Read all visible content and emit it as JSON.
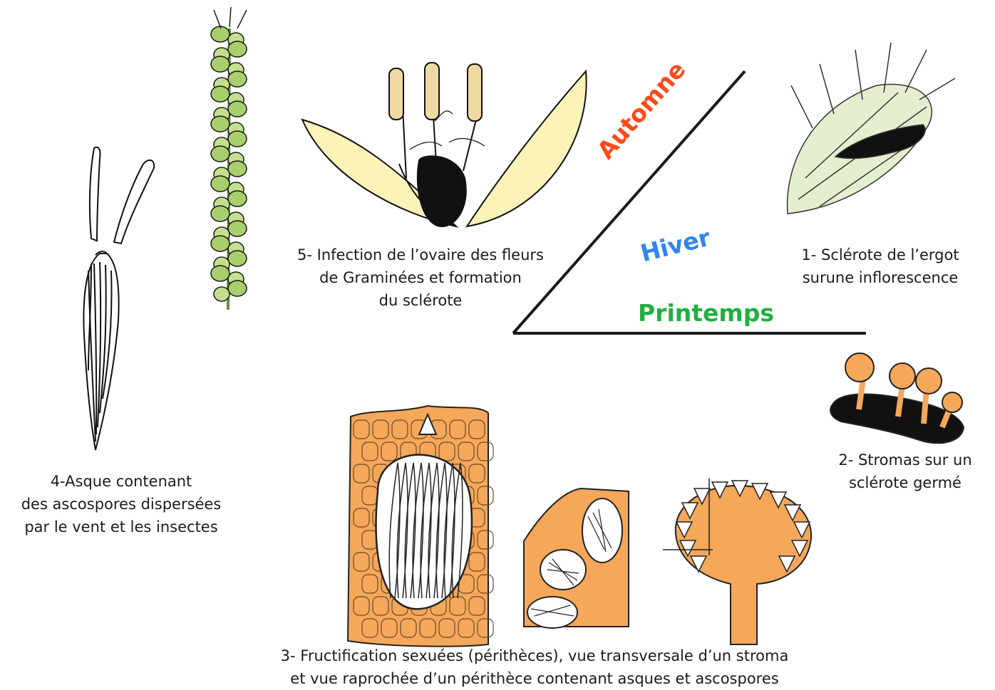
{
  "seasons": {
    "autumn": {
      "label": "Automne",
      "color": "#ff4a1a"
    },
    "winter": {
      "label": "Hiver",
      "color": "#2f86ee"
    },
    "spring": {
      "label": "Printemps",
      "color": "#20b040"
    }
  },
  "captions": {
    "stage1": [
      "1- Sclérote de l’ergot",
      "surune inflorescence"
    ],
    "stage2": [
      "2- Stromas sur un",
      "sclérote germé"
    ],
    "stage3": [
      "3- Fructification sexuées (périthèces), vue transversale d’un stroma",
      "et vue raprochée d’un périthèce contenant asques et ascospores"
    ],
    "stage4": [
      "4-Asque contenant",
      "des ascospores dispersées",
      "par le vent et les insectes"
    ],
    "stage5": [
      "5- Infection de l’ovaire des fleurs",
      "de Graminées et formation",
      "du sclérote"
    ]
  },
  "colors": {
    "orange": "#f5a75a",
    "grain_green": "#a9cf6c",
    "petal": "#fbf3b8",
    "anther": "#f1d9a2",
    "ink": "#111111"
  }
}
